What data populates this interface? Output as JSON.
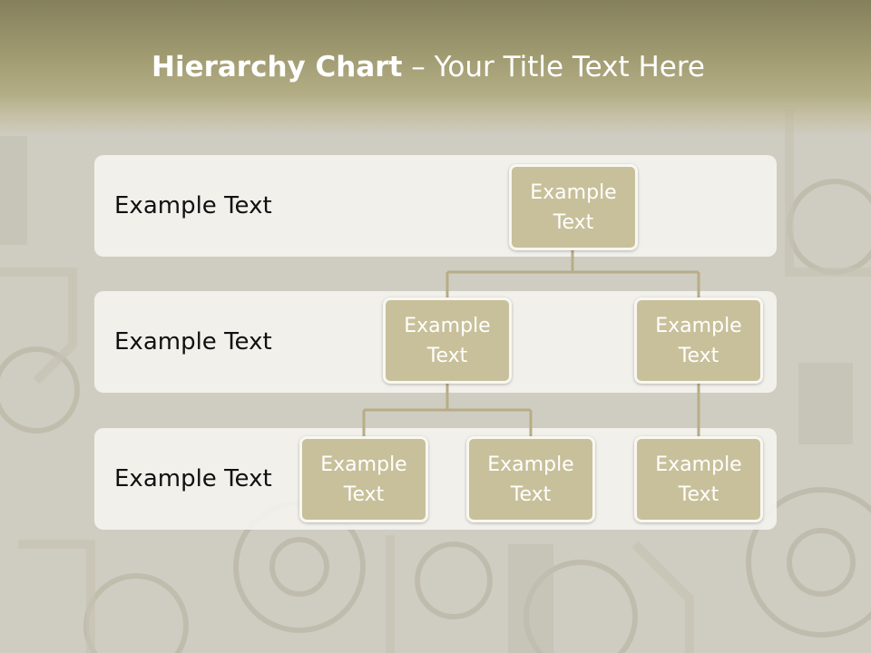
{
  "slide": {
    "title_bold": "Hierarchy Chart",
    "title_rest": " – Your Title Text Here"
  },
  "rows": [
    {
      "label": "Example Text"
    },
    {
      "label": "Example Text"
    },
    {
      "label": "Example Text"
    }
  ],
  "nodes": {
    "root": "Example Text",
    "level2_left": "Example Text",
    "level2_right": "Example Text",
    "level3_a": "Example Text",
    "level3_b": "Example Text",
    "level3_c": "Example Text"
  },
  "colors": {
    "node_fill": "#c8c09a",
    "connector": "#b7ad86",
    "title_band": "#9f9a70"
  }
}
